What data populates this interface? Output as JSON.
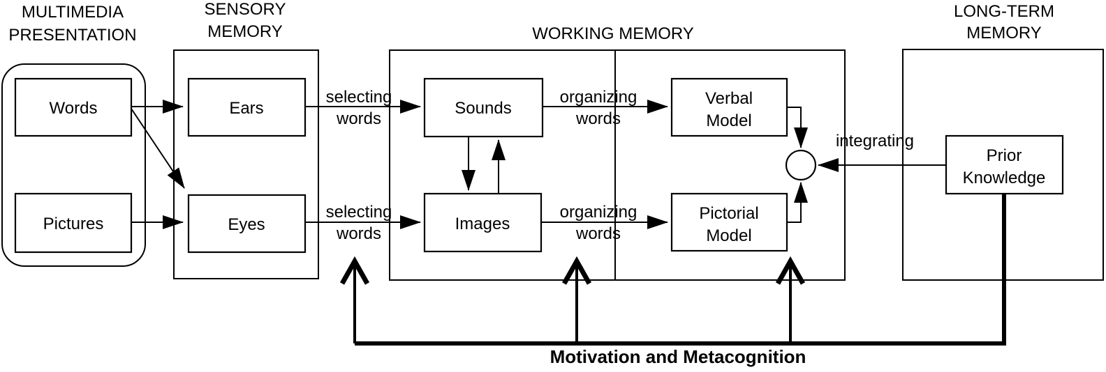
{
  "colors": {
    "ink": "#000000",
    "background": "#ffffff"
  },
  "sections": {
    "multimedia_presentation": {
      "title": [
        "MULTIMEDIA",
        "PRESENTATION"
      ],
      "boxes": {
        "words": "Words",
        "pictures": "Pictures"
      }
    },
    "sensory_memory": {
      "title": [
        "SENSORY",
        "MEMORY"
      ],
      "boxes": {
        "ears": "Ears",
        "eyes": "Eyes"
      }
    },
    "working_memory": {
      "title": "WORKING MEMORY",
      "boxes": {
        "sounds": "Sounds",
        "images": "Images",
        "verbal_model": [
          "Verbal",
          "Model"
        ],
        "pictorial_model": [
          "Pictorial",
          "Model"
        ]
      }
    },
    "long_term_memory": {
      "title": [
        "LONG-TERM",
        "MEMORY"
      ],
      "boxes": {
        "prior_knowledge": [
          "Prior",
          "Knowledge"
        ]
      }
    }
  },
  "process_labels": {
    "selecting_words_top": [
      "selecting",
      "words"
    ],
    "selecting_words_bottom": [
      "selecting",
      "words"
    ],
    "organizing_words_top": [
      "organizing",
      "words"
    ],
    "organizing_words_bottom": [
      "organizing",
      "words"
    ],
    "integrating": "integrating"
  },
  "footer_label": "Motivation and Metacognition"
}
